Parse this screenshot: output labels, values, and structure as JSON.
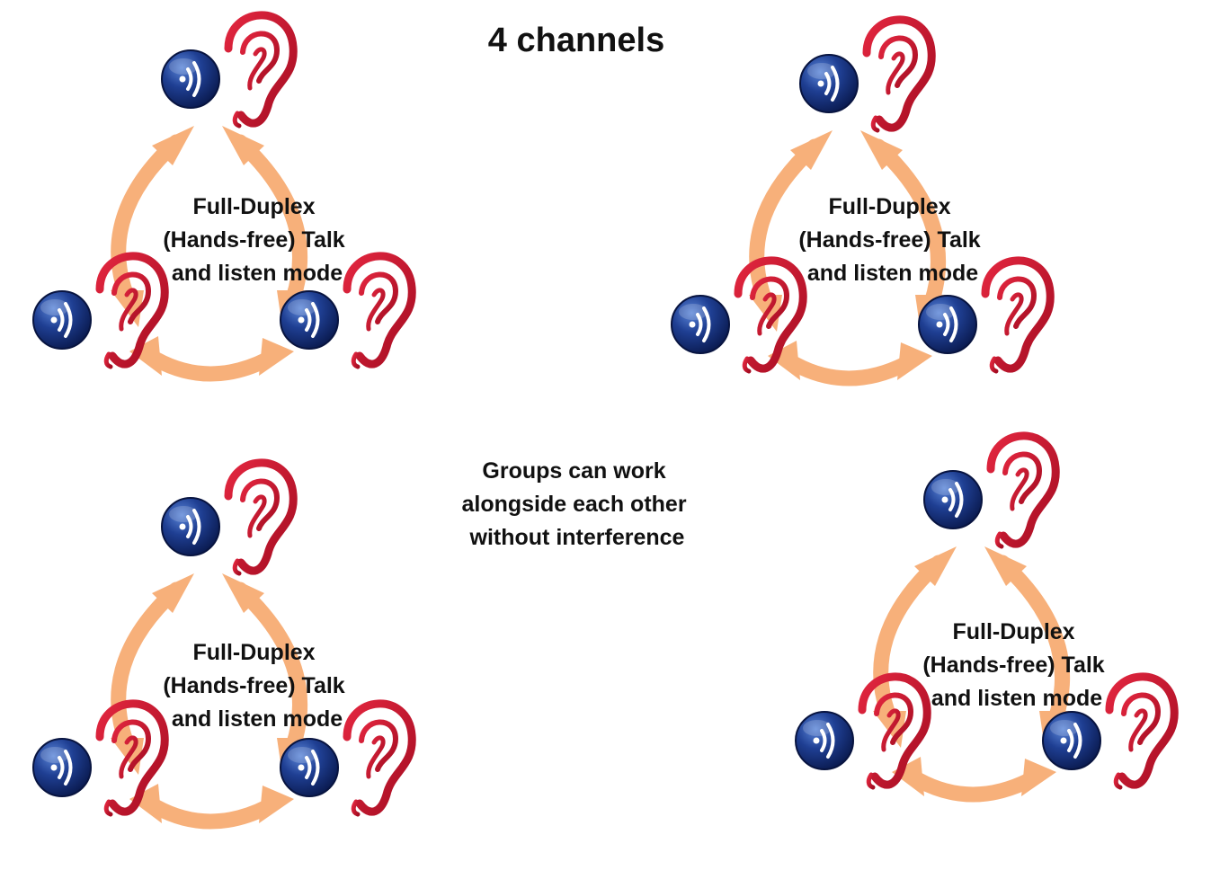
{
  "title": "4 channels",
  "note": {
    "lines": [
      "Groups can work",
      "alongside each other",
      "without interference"
    ]
  },
  "groups": [
    {
      "label_lines": [
        "Full-Duplex",
        "(Hands-free) Talk",
        "and listen mode"
      ]
    },
    {
      "label_lines": [
        "Full-Duplex",
        "(Hands-free) Talk",
        "and listen mode"
      ]
    },
    {
      "label_lines": [
        "Full-Duplex",
        "(Hands-free) Talk",
        "and listen mode"
      ]
    },
    {
      "label_lines": [
        "Full-Duplex",
        "(Hands-free) Talk",
        "and listen mode"
      ]
    }
  ],
  "icons": {
    "transmitter": "radio-waves-icon",
    "receiver": "ear-icon"
  },
  "colors": {
    "arrow": "#f7b07a",
    "ear": "#c8102e",
    "badge_dark": "#0c1f5c",
    "badge_light": "#3f6fc9",
    "text": "#111111"
  }
}
